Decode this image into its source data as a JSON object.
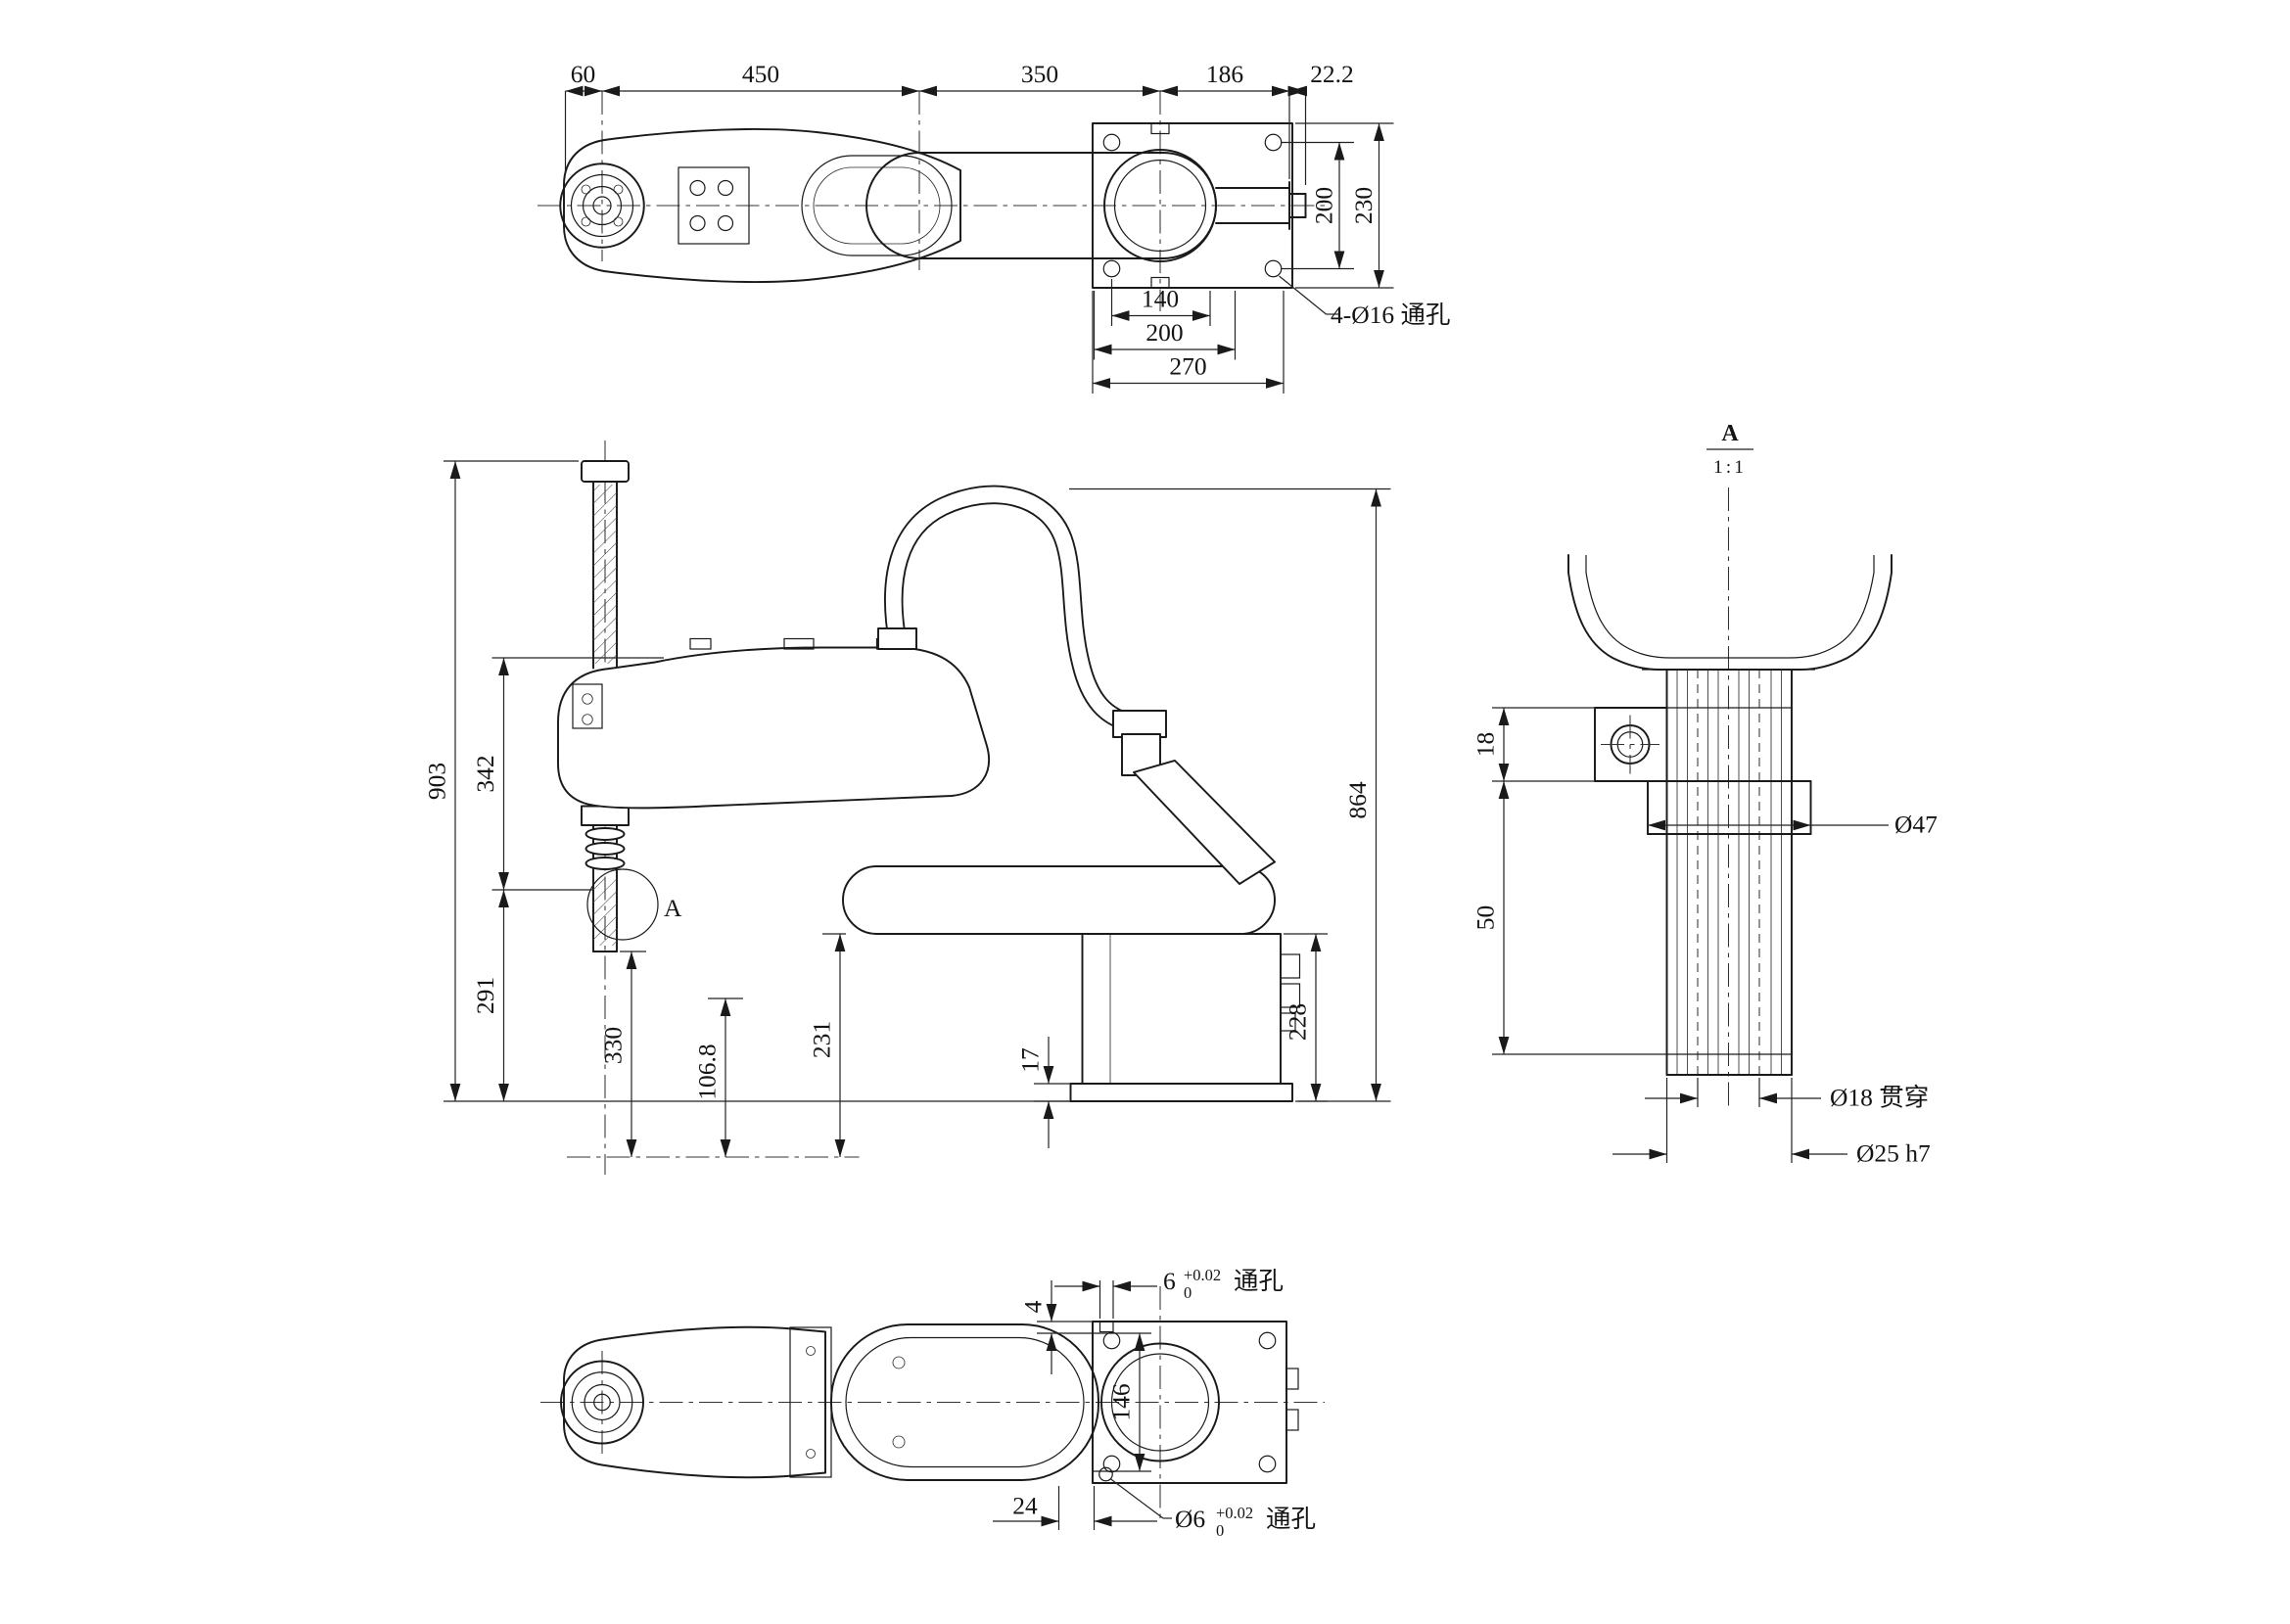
{
  "sheet": {
    "background": "#ffffff",
    "line_color": "#1a1a1a"
  },
  "top_view": {
    "dims": {
      "d60": "60",
      "d450": "450",
      "d350": "350",
      "d186": "186",
      "d22_2": "22.2",
      "d200_right": "200",
      "d230": "230",
      "d140": "140",
      "d200_bottom": "200",
      "d270": "270"
    },
    "note_holes": "4-Ø16 通孔"
  },
  "side_view": {
    "dims": {
      "d903": "903",
      "d342": "342",
      "d291": "291",
      "d330": "330",
      "d106_8": "106.8",
      "d231": "231",
      "d17": "17",
      "d228": "228",
      "d864": "864"
    },
    "detail_marker": "A"
  },
  "detail_view": {
    "label": "A",
    "scale": "1:1",
    "dims": {
      "d18": "18",
      "d50": "50",
      "dia47": "Ø47",
      "dia18": "Ø18 贯穿",
      "dia25": "Ø25 h7"
    }
  },
  "bottom_view": {
    "dims": {
      "d6": "6",
      "d6_tol_up": "+0.02",
      "d6_tol_dn": "0",
      "d6_note": "通孔",
      "d4": "4",
      "d146": "146",
      "d24": "24",
      "dia6": "Ø6",
      "dia6_tol_up": "+0.02",
      "dia6_tol_dn": "0",
      "dia6_note": "通孔"
    }
  }
}
